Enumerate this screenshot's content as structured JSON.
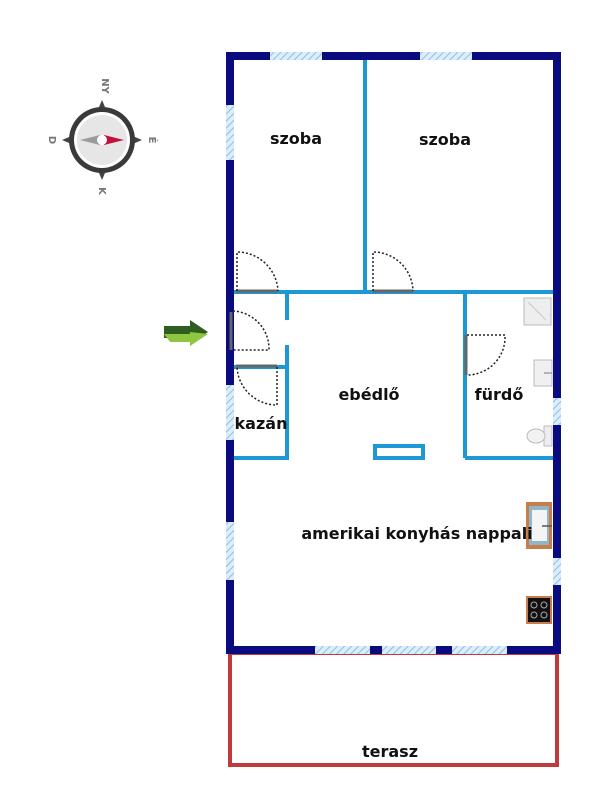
{
  "compass": {
    "north": "NY",
    "east": "É",
    "south": "K",
    "west": "D"
  },
  "rooms": {
    "room1": "szoba",
    "room2": "szoba",
    "dining": "ebédlő",
    "bathroom": "fürdő",
    "boiler": "kazán",
    "living": "amerikai konyhás nappali",
    "terrace": "terasz"
  },
  "colors": {
    "outer_wall": "#0b0b80",
    "inner_wall": "#1e98d4",
    "terrace": "#c0393b",
    "window": "#9cc6ea",
    "entrance_arrow": "#3d7a2a"
  }
}
